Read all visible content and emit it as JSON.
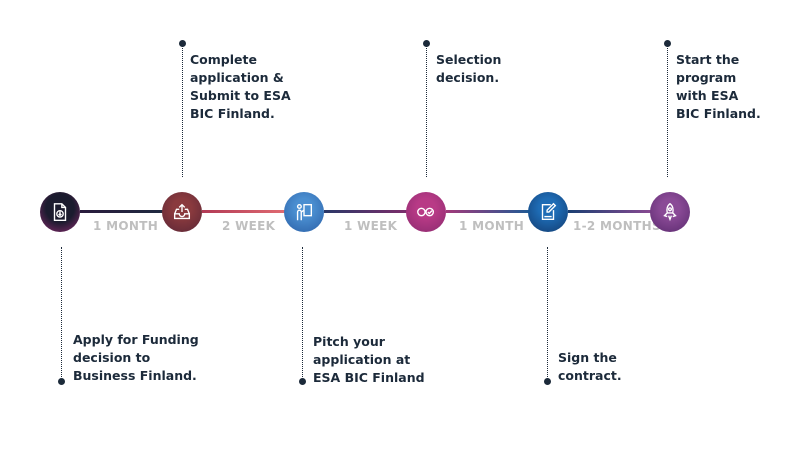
{
  "timeline": {
    "steps": [
      {
        "label": "Apply for Funding\ndecision to\nBusiness Finland.",
        "icon": "document-download-icon"
      },
      {
        "label": "Complete\napplication &\nSubmit to ESA\nBIC Finland.",
        "icon": "tray-upload-icon"
      },
      {
        "label": "Pitch your\napplication at\nESA BIC Finland",
        "icon": "presenter-icon"
      },
      {
        "label": "Selection\ndecision.",
        "icon": "checkmark-circle-icon"
      },
      {
        "label": "Sign the\ncontract.",
        "icon": "sign-document-icon"
      },
      {
        "label": "Start the\nprogram\nwith ESA\nBIC Finland.",
        "icon": "rocket-icon"
      }
    ],
    "durations": [
      "1 MONTH",
      "2 WEEK",
      "1 WEEK",
      "1 MONTH",
      "1-2 MONTHS"
    ]
  }
}
